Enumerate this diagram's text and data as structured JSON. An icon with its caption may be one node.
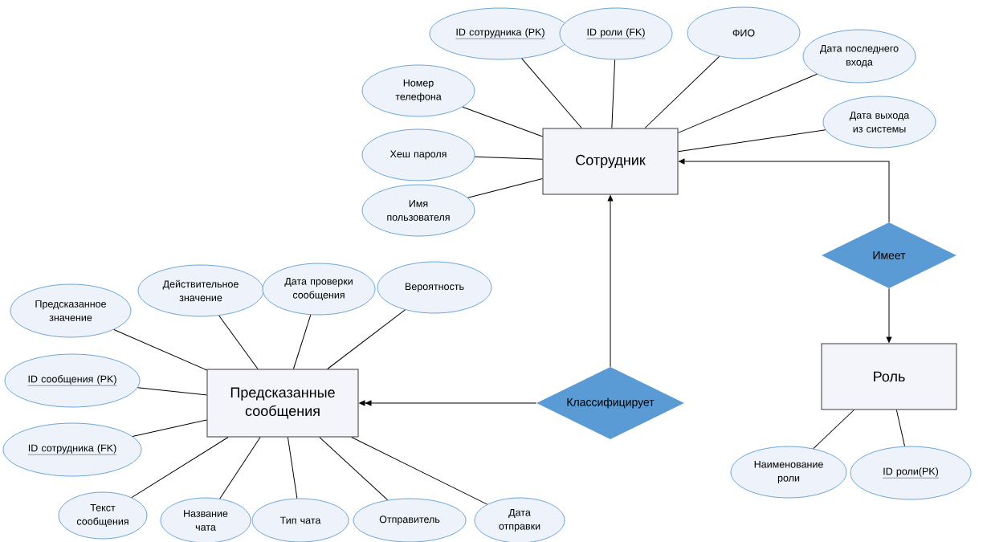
{
  "diagram": {
    "nodes": [
      {
        "text": [
          "Сотрудник"
        ]
      },
      {
        "text": [
          "ID сотрудника (PK)"
        ]
      },
      {
        "text": [
          "ID роли (FK)"
        ]
      },
      {
        "text": [
          "ФИО"
        ]
      },
      {
        "text": [
          "Дата последнего входа"
        ]
      },
      {
        "text": [
          "Номер телефона"
        ]
      },
      {
        "text": [
          "Дата выхода из системы"
        ]
      },
      {
        "text": [
          "Хеш пароля"
        ]
      },
      {
        "text": [
          "Имя пользователя"
        ]
      },
      {
        "text": [
          "Имеет"
        ]
      },
      {
        "text": [
          "Классифицирует"
        ]
      },
      {
        "text": [
          "Роль"
        ]
      },
      {
        "text": [
          "Предсказанные сообщения"
        ]
      },
      {
        "text": [
          "Действительное значение"
        ]
      },
      {
        "text": [
          "Дата проверки сообщения"
        ]
      },
      {
        "text": [
          "Вероятность"
        ]
      },
      {
        "text": [
          "Предсказанное значение"
        ]
      },
      {
        "text": [
          "ID сообщения (PK)"
        ]
      },
      {
        "text": [
          "ID сотрудника (FK)"
        ]
      },
      {
        "text": [
          "Наименование роли"
        ]
      },
      {
        "text": [
          "ID роли(PK)"
        ]
      },
      {
        "text": [
          "Текст сообщения"
        ]
      },
      {
        "text": [
          "Название чата"
        ]
      },
      {
        "text": [
          "Тип чата"
        ]
      },
      {
        "text": [
          "Отправитель"
        ]
      },
      {
        "text": [
          "Дата отправки"
        ]
      }
    ],
    "edges": [
      {
        "from": 0,
        "to": 1,
        "arrow": "none"
      },
      {
        "from": 0,
        "to": 2,
        "arrow": "none"
      },
      {
        "from": 0,
        "to": 3,
        "arrow": "none"
      },
      {
        "from": 0,
        "to": 4,
        "arrow": "none"
      },
      {
        "from": 0,
        "to": 5,
        "arrow": "none"
      },
      {
        "from": 0,
        "to": 6,
        "arrow": "none"
      },
      {
        "from": 0,
        "to": 7,
        "arrow": "none"
      },
      {
        "from": 0,
        "to": 8,
        "arrow": "none"
      },
      {
        "from": 9,
        "to": 0,
        "arrow": "to"
      },
      {
        "from": 9,
        "to": 11,
        "arrow": "to"
      },
      {
        "from": 10,
        "to": 0,
        "arrow": "to"
      },
      {
        "from": 10,
        "to": 12,
        "arrow": "to"
      },
      {
        "from": 12,
        "to": 13,
        "arrow": "none"
      },
      {
        "from": 12,
        "to": 14,
        "arrow": "none"
      },
      {
        "from": 12,
        "to": 15,
        "arrow": "none"
      },
      {
        "from": 12,
        "to": 16,
        "arrow": "none"
      },
      {
        "from": 12,
        "to": 17,
        "arrow": "none"
      },
      {
        "from": 12,
        "to": 18,
        "arrow": "none"
      },
      {
        "from": 12,
        "to": 21,
        "arrow": "none"
      },
      {
        "from": 12,
        "to": 22,
        "arrow": "none"
      },
      {
        "from": 12,
        "to": 23,
        "arrow": "none"
      },
      {
        "from": 12,
        "to": 24,
        "arrow": "none"
      },
      {
        "from": 12,
        "to": 25,
        "arrow": "none"
      },
      {
        "from": 11,
        "to": 19,
        "arrow": "none"
      },
      {
        "from": 11,
        "to": 20,
        "arrow": "none"
      }
    ]
  }
}
